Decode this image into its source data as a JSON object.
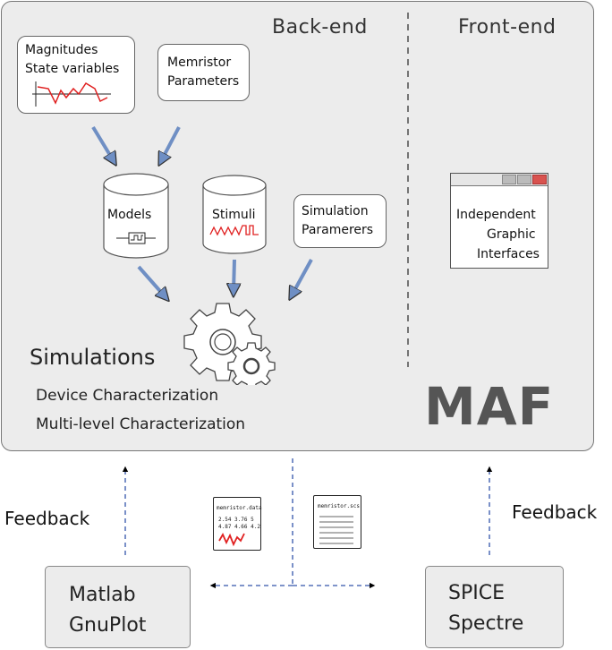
{
  "panel": {
    "backend_title": "Back-end",
    "frontend_title": "Front-end",
    "logo": "MAF"
  },
  "inputs": {
    "magnitudes_line1": "Magnitudes",
    "magnitudes_line2": "State variables",
    "memristor_line1": "Memristor",
    "memristor_line2": "Parameters",
    "models_label": "Models",
    "stimuli_label": "Stimuli",
    "simparams_line1": "Simulation",
    "simparams_line2": "Paramerers"
  },
  "frontend": {
    "gui_line1": "Independent",
    "gui_line2": "Graphic",
    "gui_line3": "Interfaces"
  },
  "simulations": {
    "title": "Simulations",
    "item1": "Device Characterization",
    "item2": "Multi-level Characterization"
  },
  "bottom": {
    "left_line1": "Matlab",
    "left_line2": "GnuPlot",
    "right_line1": "SPICE",
    "right_line2": "Spectre",
    "feedback_left": "Feedback",
    "feedback_right": "Feedback"
  },
  "files": {
    "data_file": "memristor.data",
    "data_row1": "2.54  3.76 5",
    "data_row2": "4.87  4.66 4.2",
    "scs_file": "memristor.scs"
  },
  "colors": {
    "panel_bg": "#ececec",
    "arrow_blue": "#6f8fc4",
    "dash_blue": "#3355aa",
    "signal_red": "#e02020",
    "close_red": "#d9534f"
  }
}
